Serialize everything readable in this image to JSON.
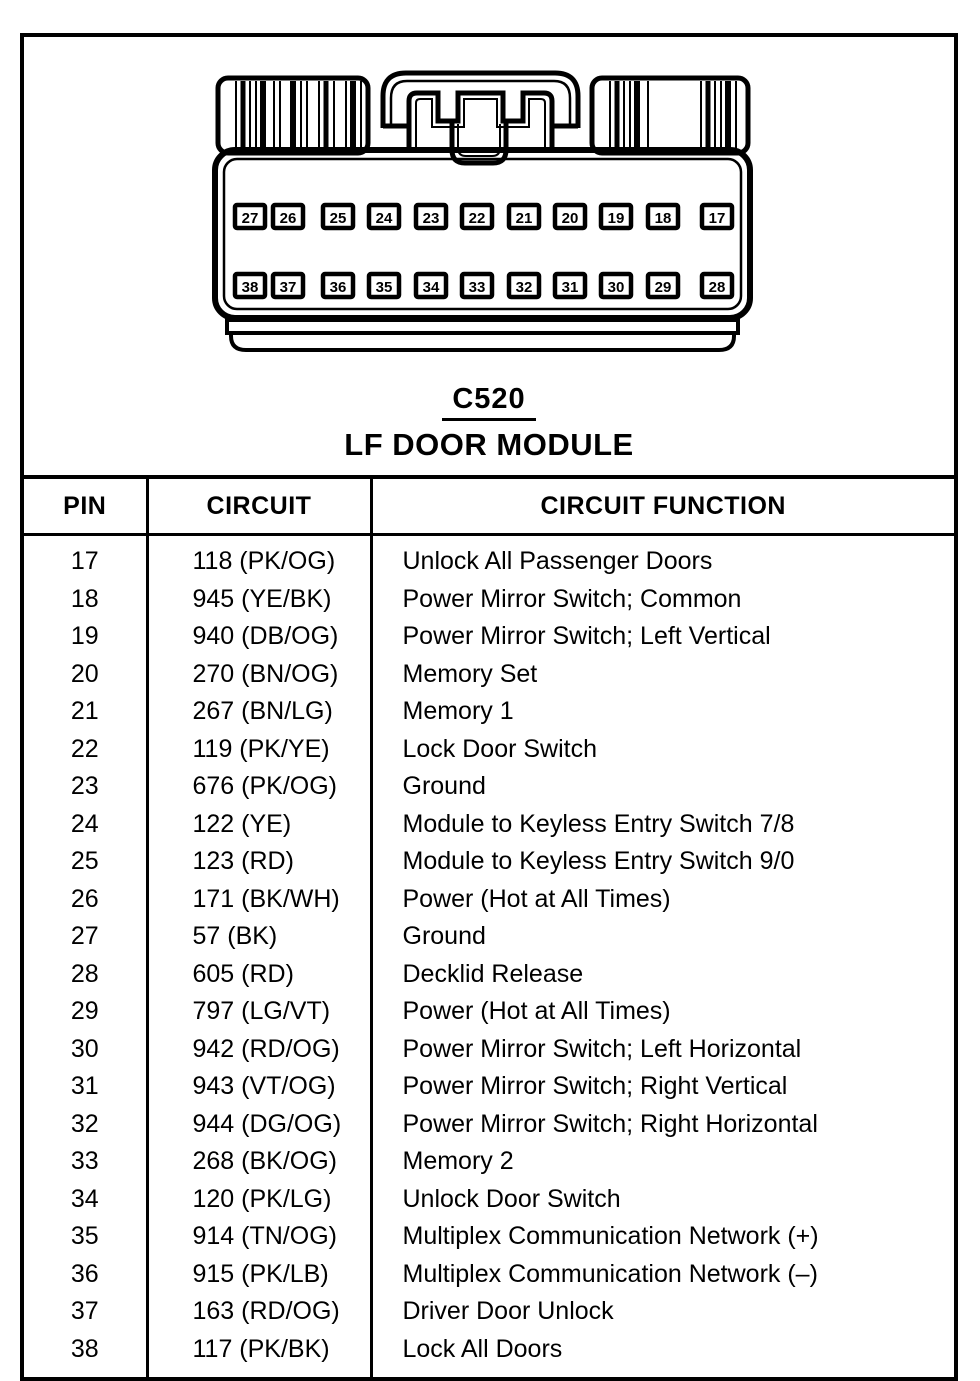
{
  "connector": {
    "id_label": "C520",
    "name_label": "LF DOOR MODULE",
    "pin_rows": {
      "top": [
        "27",
        "26",
        "25",
        "24",
        "23",
        "22",
        "21",
        "20",
        "19",
        "18",
        "17"
      ],
      "bottom": [
        "38",
        "37",
        "36",
        "35",
        "34",
        "33",
        "32",
        "31",
        "30",
        "29",
        "28"
      ]
    }
  },
  "table": {
    "headers": [
      "PIN",
      "CIRCUIT",
      "CIRCUIT FUNCTION"
    ],
    "rows": [
      {
        "pin": "17",
        "circuit": "118 (PK/OG)",
        "function": "Unlock All Passenger Doors"
      },
      {
        "pin": "18",
        "circuit": "945 (YE/BK)",
        "function": "Power Mirror Switch; Common"
      },
      {
        "pin": "19",
        "circuit": "940 (DB/OG)",
        "function": "Power Mirror Switch; Left Vertical"
      },
      {
        "pin": "20",
        "circuit": "270 (BN/OG)",
        "function": "Memory Set"
      },
      {
        "pin": "21",
        "circuit": "267 (BN/LG)",
        "function": "Memory 1"
      },
      {
        "pin": "22",
        "circuit": "119 (PK/YE)",
        "function": "Lock Door Switch"
      },
      {
        "pin": "23",
        "circuit": "676 (PK/OG)",
        "function": "Ground"
      },
      {
        "pin": "24",
        "circuit": "122 (YE)",
        "function": "Module to Keyless Entry Switch 7/8"
      },
      {
        "pin": "25",
        "circuit": "123 (RD)",
        "function": "Module to Keyless Entry Switch 9/0"
      },
      {
        "pin": "26",
        "circuit": "171 (BK/WH)",
        "function": "Power (Hot at All Times)"
      },
      {
        "pin": "27",
        "circuit": "57 (BK)",
        "function": "Ground"
      },
      {
        "pin": "28",
        "circuit": "605 (RD)",
        "function": "Decklid Release"
      },
      {
        "pin": "29",
        "circuit": "797 (LG/VT)",
        "function": "Power (Hot at All Times)"
      },
      {
        "pin": "30",
        "circuit": "942 (RD/OG)",
        "function": "Power Mirror Switch; Left Horizontal"
      },
      {
        "pin": "31",
        "circuit": "943 (VT/OG)",
        "function": "Power Mirror Switch; Right Vertical"
      },
      {
        "pin": "32",
        "circuit": "944 (DG/OG)",
        "function": "Power Mirror Switch; Right Horizontal"
      },
      {
        "pin": "33",
        "circuit": "268 (BK/OG)",
        "function": "Memory 2"
      },
      {
        "pin": "34",
        "circuit": "120 (PK/LG)",
        "function": "Unlock Door Switch"
      },
      {
        "pin": "35",
        "circuit": "914 (TN/OG)",
        "function": "Multiplex Communication Network (+)"
      },
      {
        "pin": "36",
        "circuit": "915 (PK/LB)",
        "function": "Multiplex Communication Network (–)"
      },
      {
        "pin": "37",
        "circuit": "163 (RD/OG)",
        "function": "Driver Door Unlock"
      },
      {
        "pin": "38",
        "circuit": "117 (PK/BK)",
        "function": "Lock All Doors"
      }
    ]
  },
  "colors": {
    "ink": "#000000",
    "paper": "#ffffff"
  }
}
